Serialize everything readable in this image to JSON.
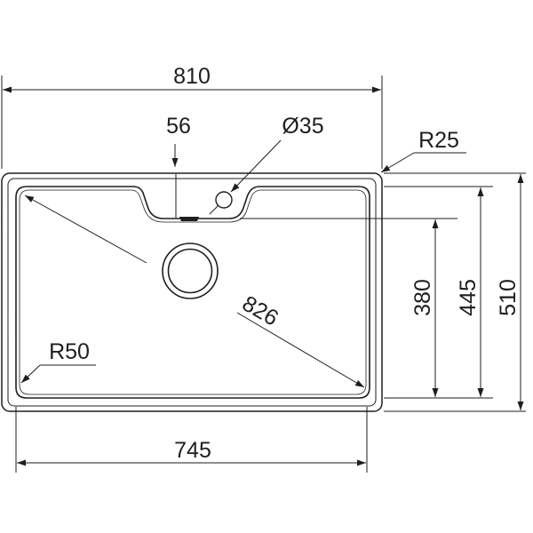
{
  "dimensions": {
    "overall_width": "810",
    "tap_offset": "56",
    "tap_hole": "Ø35",
    "corner_radius_outer": "R25",
    "bowl_length": "380",
    "bowl_width": "445",
    "overall_depth": "510",
    "diagonal": "826",
    "corner_radius_bowl": "R50",
    "bowl_inner_width": "745"
  },
  "colors": {
    "line": "#1e1e1e",
    "background": "#ffffff"
  }
}
